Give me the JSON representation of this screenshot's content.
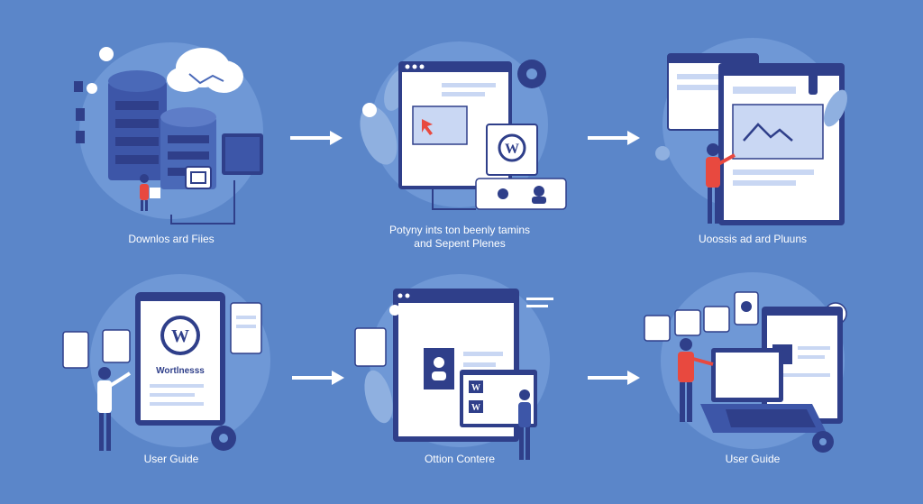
{
  "colors": {
    "background": "#5b86c9",
    "blob": "#6f98d6",
    "navy": "#2f3f8a",
    "mid": "#4a69b8",
    "light": "#c9d7f3",
    "white": "#ffffff",
    "accent_red": "#e8493f"
  },
  "steps": [
    {
      "label": "Downlos ard Fiies",
      "icon": "server-cloud-icon"
    },
    {
      "label": "Potyny ints ton beenly tamins\nand Sepent Plenes",
      "icon": "wordpress-theme-icon"
    },
    {
      "label": "Uoossis ad ard Pluuns",
      "icon": "dashboard-plugins-icon"
    },
    {
      "label": "User Guide",
      "icon": "wordpress-guide-icon",
      "badge": "Wortlnesss"
    },
    {
      "label": "Ottion Contere",
      "icon": "browser-content-icon"
    },
    {
      "label": "User Guide",
      "icon": "laptop-guide-icon"
    }
  ]
}
